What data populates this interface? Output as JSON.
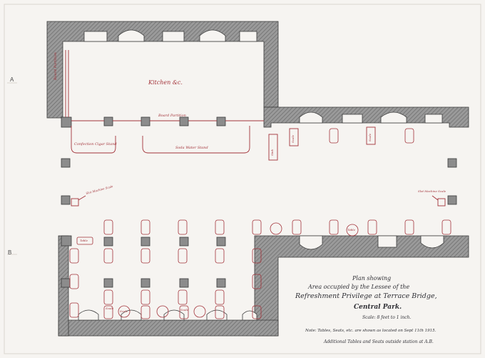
{
  "margin_marks": {
    "a": "A",
    "b": "B"
  },
  "room_labels": {
    "kitchen": "Kitchen &c.",
    "board_partition_top": "Board Partition",
    "board_partition_left": "Board Partition",
    "cigar_stand": "Confection Cigar Stand",
    "soda_stand": "Soda Water Stand",
    "sink": "Sink",
    "scale_left": "Scale",
    "scale_right": "Scale",
    "slot_machine_left": "Slot Machine Scale",
    "slot_machine_right": "Slot Machine Scale",
    "scale_small": "Scale",
    "table_small_a": "Scale",
    "table_small_b": "Scale",
    "table_round": "Table",
    "table_seat": "Table"
  },
  "title_block": {
    "line1": "Plan showing",
    "line2": "Area occupied by the Lessee of the",
    "line3": "Refreshment Privilege at Terrace Bridge,",
    "line4": "Central Park.",
    "scale": "Scale: 8 feet to 1 inch.",
    "note1": "Note: Tables, Seats, etc. are shown as located on Sept 11th 1915.",
    "note2": "Additional Tables and Seats outside station at A.B."
  },
  "colors": {
    "paper": "#f6f4f1",
    "wall_fill": "#8c8c8c",
    "wall_line": "#3a3a3a",
    "red_ink": "#a3333a",
    "black_ink": "#2f2f35"
  }
}
